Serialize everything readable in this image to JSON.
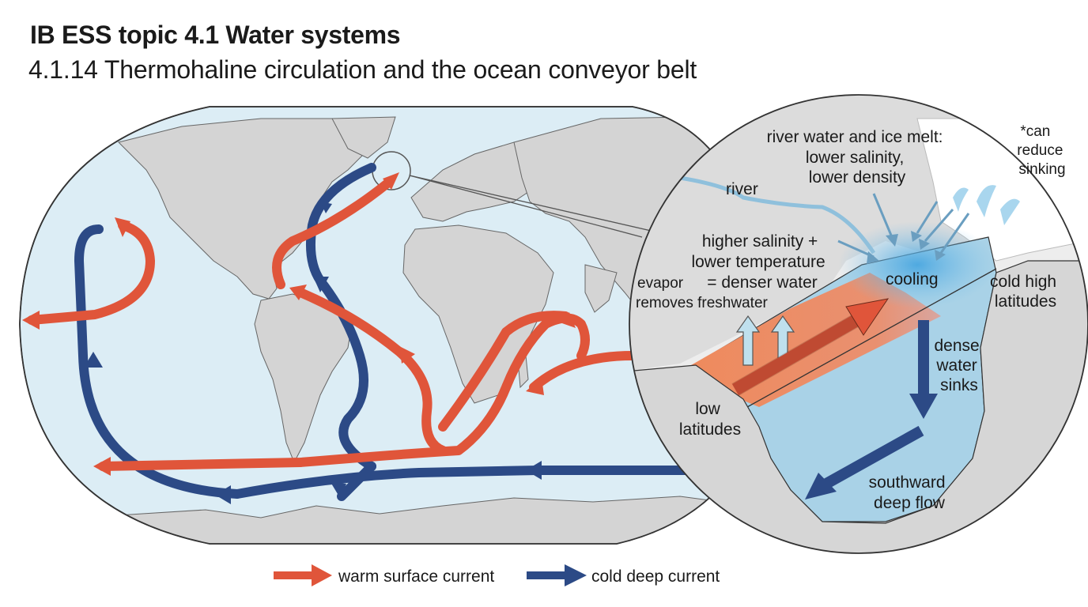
{
  "header": {
    "title": "IB ESS topic 4.1 Water systems",
    "subtitle": "4.1.14 Thermohaline circulation and the ocean conveyor belt"
  },
  "inset": {
    "note_lines": [
      "*can",
      "reduce",
      "sinking"
    ],
    "meltwater_lines": [
      "river water and ice melt:",
      "lower salinity,",
      "lower density"
    ],
    "river": "river",
    "salinity_lines": [
      "higher salinity +",
      "lower temperature",
      "= denser water"
    ],
    "evaporation_lines": [
      "evapor",
      "removes freshwater"
    ],
    "cooling": "cooling",
    "cold_lines": [
      "cold high",
      "latitudes"
    ],
    "sinks_lines": [
      "dense",
      "water",
      "sinks"
    ],
    "low_lines": [
      "low",
      "latitudes"
    ],
    "deep_lines": [
      "southward",
      "deep flow"
    ]
  },
  "legend": {
    "warm": "warm surface current",
    "cold": "cold deep current"
  },
  "colors": {
    "warm": "#e0553a",
    "cold": "#2c4a86",
    "ocean": "#dcedf5",
    "land": "#d4d4d4"
  }
}
